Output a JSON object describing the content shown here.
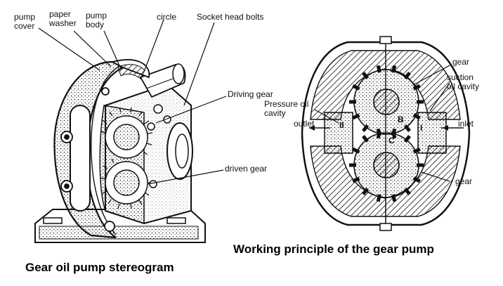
{
  "left_diagram": {
    "caption": "Gear oil pump stereogram",
    "labels": {
      "pump_cover": "pump\ncover",
      "paper_washer": "paper\nwasher",
      "pump_body": "pump\nbody",
      "circle": "circle",
      "socket_head_bolts": "Socket head bolts",
      "driving_gear": "Driving gear",
      "driven_gear": "driven gear"
    }
  },
  "right_diagram": {
    "caption": "Working principle of the gear pump",
    "labels": {
      "gear_top": "gear",
      "suction_oil_cavity": "suction\noil cavity",
      "pressure_oil_cavity": "Pressure oil\ncavity",
      "outlet": "outlet",
      "inlet": "inlet",
      "gear_bottom": "gear",
      "region_II": "II",
      "region_I": "I",
      "point_B": "B",
      "point_C": "C"
    }
  }
}
